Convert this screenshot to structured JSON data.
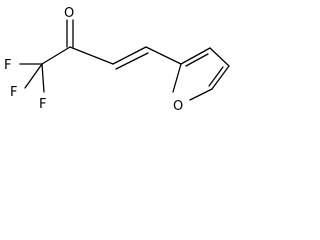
{
  "molecule": {
    "atoms": {
      "oxygen_carbonyl": "O",
      "fluorine_1": "F",
      "fluorine_2": "F",
      "fluorine_3": "F",
      "oxygen_furan": "O"
    },
    "colors": {
      "bond": "#000000",
      "label": "#000000",
      "background": "#ffffff"
    }
  }
}
